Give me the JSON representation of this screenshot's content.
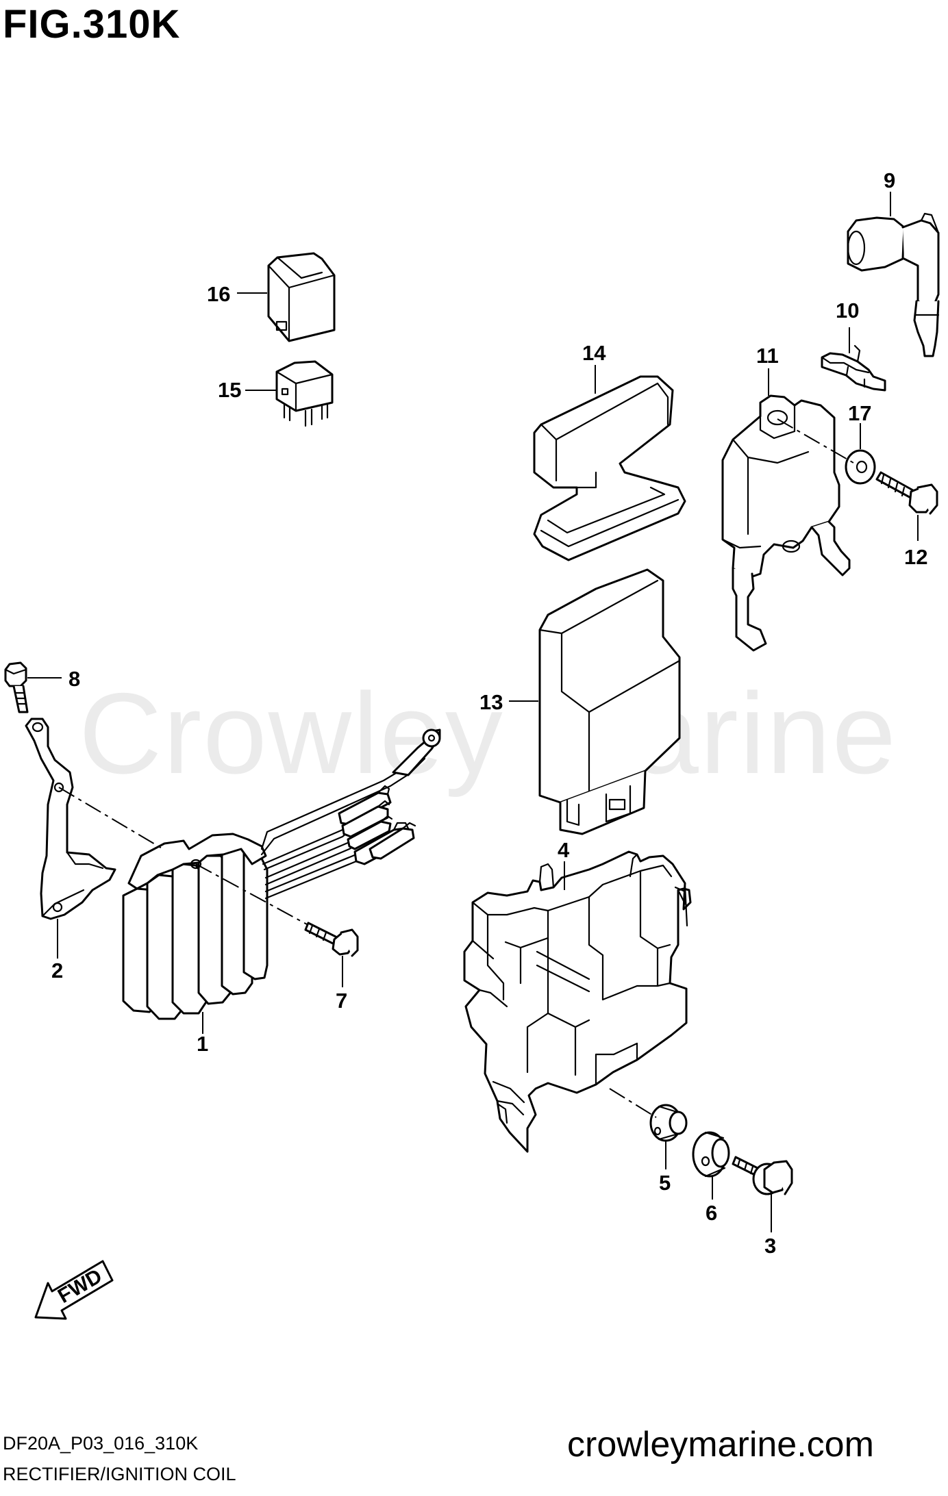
{
  "header": {
    "figure_title": "FIG.310K"
  },
  "watermark": {
    "text": "Crowley Marine"
  },
  "footer": {
    "website": "crowleymarine.com",
    "drawing_code": "DF20A_P03_016_310K",
    "caption": "RECTIFIER/IGNITION COIL"
  },
  "fwd_label": "FWD",
  "callouts": [
    {
      "id": "c1",
      "label": "1"
    },
    {
      "id": "c2",
      "label": "2"
    },
    {
      "id": "c3",
      "label": "3"
    },
    {
      "id": "c4",
      "label": "4"
    },
    {
      "id": "c5",
      "label": "5"
    },
    {
      "id": "c6",
      "label": "6"
    },
    {
      "id": "c7",
      "label": "7"
    },
    {
      "id": "c8",
      "label": "8"
    },
    {
      "id": "c9",
      "label": "9"
    },
    {
      "id": "c10",
      "label": "10"
    },
    {
      "id": "c11",
      "label": "11"
    },
    {
      "id": "c12",
      "label": "12"
    },
    {
      "id": "c13",
      "label": "13"
    },
    {
      "id": "c14",
      "label": "14"
    },
    {
      "id": "c15",
      "label": "15"
    },
    {
      "id": "c16",
      "label": "16"
    },
    {
      "id": "c17",
      "label": "17"
    }
  ]
}
